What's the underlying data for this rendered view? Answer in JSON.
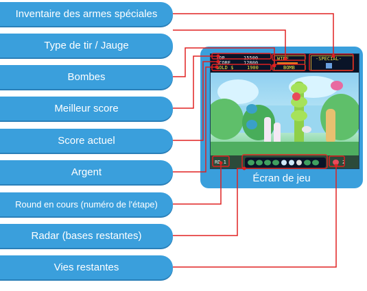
{
  "labels": {
    "special_weapons": "Inventaire des armes spéciales",
    "shot_type": "Type de tir / Jauge",
    "bombs": "Bombes",
    "high_score": "Meilleur score",
    "current_score": "Score actuel",
    "money": "Argent",
    "round": "Round en cours (numéro de l'étape)",
    "radar": "Radar (bases restantes)",
    "lives": "Vies restantes"
  },
  "screen": {
    "caption": "Écran de jeu",
    "hud": {
      "top_label": "TOP",
      "top_value": "15500",
      "score_label": "SCORE",
      "score_value": "12800",
      "gold_label": "GOLD $",
      "gold_value": "1900",
      "shot": "WIDE",
      "bomb": "BOMB",
      "special": "-SPECIAL-",
      "round": "RD.1",
      "lives": "2"
    }
  },
  "colors": {
    "label_bg": "#3a9fdc",
    "leader": "#e02020"
  }
}
